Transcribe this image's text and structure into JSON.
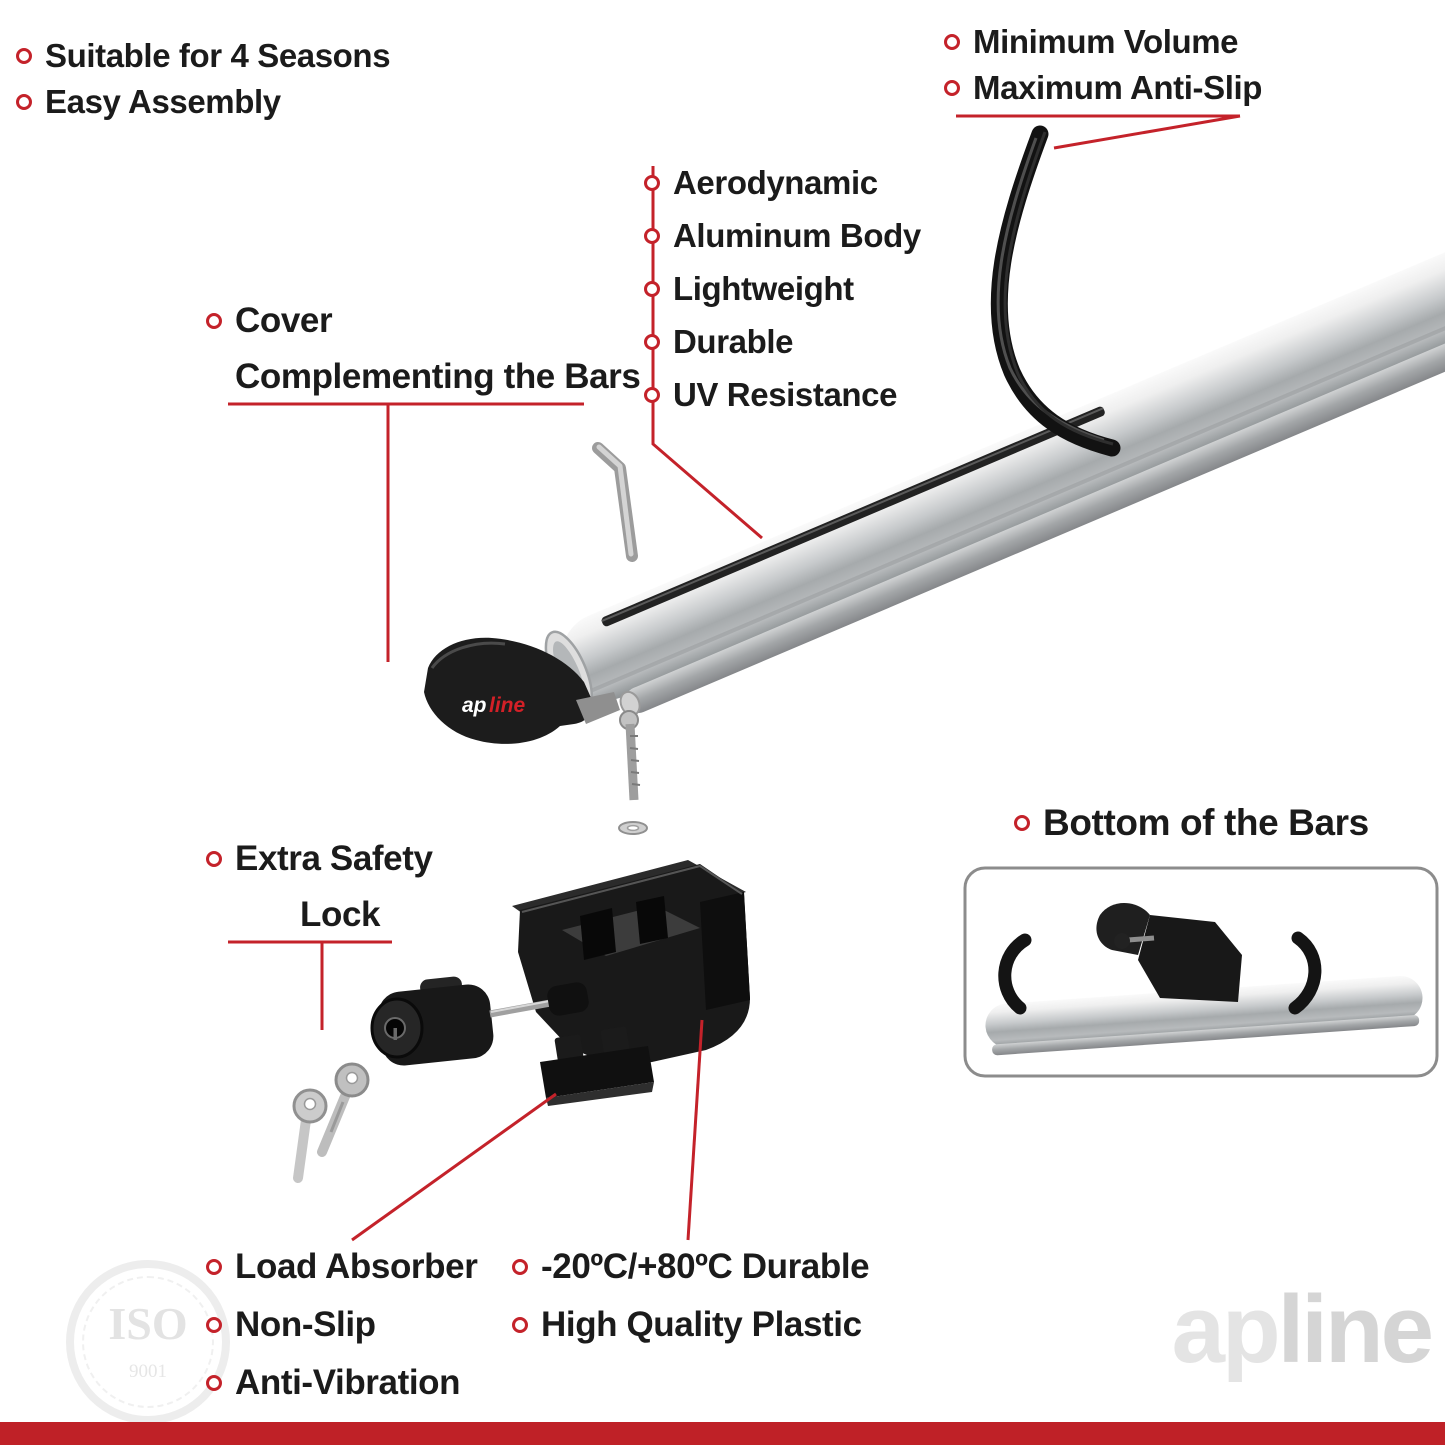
{
  "accent_color": "#c4222a",
  "top_left_features": [
    "Suitable for 4 Seasons",
    "Easy Assembly"
  ],
  "top_right_features": [
    "Minimum Volume",
    "Maximum Anti-Slip"
  ],
  "bar_features": [
    "Aerodynamic",
    "Aluminum Body",
    "Lightweight",
    "Durable",
    "UV Resistance"
  ],
  "cover_callout": {
    "line1": "Cover",
    "line2": "Complementing the Bars"
  },
  "lock_callout": {
    "line1": "Extra Safety",
    "line2": "Lock"
  },
  "bottom_left_features": [
    "Load Absorber",
    "Non-Slip",
    "Anti-Vibration"
  ],
  "bottom_right_features": [
    "-20ºC/+80ºC Durable",
    "High Quality Plastic"
  ],
  "inset_label": "Bottom of the Bars",
  "brand": {
    "part1": "ap",
    "part2": "line"
  },
  "iso_badge": {
    "title": "ISO",
    "number": "9001"
  }
}
